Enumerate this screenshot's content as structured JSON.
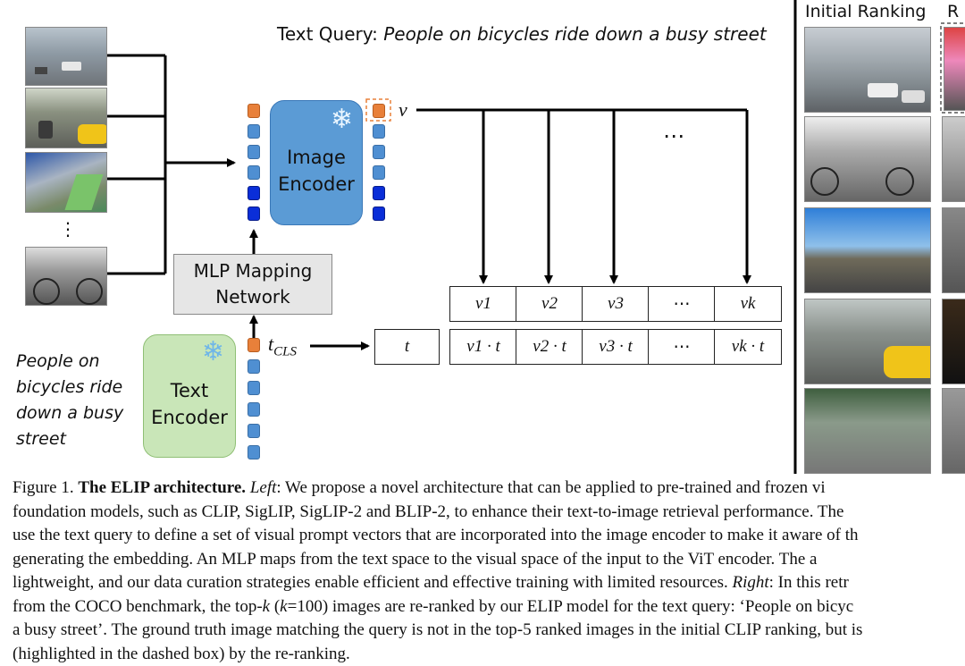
{
  "figure": {
    "text_query_label": "Text Query: ",
    "text_query_value": "People on bicycles ride down a busy street",
    "left_query_lines": [
      "People on",
      "bicycles ride",
      "down a busy",
      "street"
    ],
    "dots_vertical": "⋮",
    "dots_horizontal": "⋯",
    "image_encoder": {
      "line1": "Image",
      "line2": "Encoder"
    },
    "text_encoder": {
      "line1": "Text",
      "line2": "Encoder"
    },
    "mlp": {
      "line1": "MLP Mapping",
      "line2": "Network"
    },
    "v_label": "v",
    "tcls_label": "t",
    "tcls_sub": "CLS",
    "t_box": "t",
    "v_row": [
      "v1",
      "v2",
      "v3",
      "⋯",
      "vk"
    ],
    "vt_row": [
      "v1 · t",
      "v2 · t",
      "v3 · t",
      "⋯",
      "vk · t"
    ],
    "right_header_1": "Initial Ranking",
    "right_header_2": "R",
    "colors": {
      "image_encoder": "#5b9bd5",
      "text_encoder": "#c9e6b8",
      "mlp": "#e6e6e6",
      "orange_token": "#e8803a",
      "blue_token": "#4f8fd2",
      "dark_blue_token": "#0a2ed8"
    }
  },
  "caption": {
    "line1_prefix": "Figure 1.  ",
    "line1_bold": "The ELIP architecture.",
    "line1_italic": " Left",
    "line1_rest": ": We propose a novel architecture that can be applied to pre-trained and frozen vi",
    "line2": "foundation models, such as CLIP, SigLIP, SigLIP-2 and BLIP-2, to enhance their text-to-image retrieval performance. The",
    "line3": "use the text query to define a set of visual prompt vectors that are incorporated into the image encoder to make it aware of th",
    "line4": "generating the embedding.  An MLP maps from the text space to the visual space of the input to the ViT encoder.  The a",
    "line5_a": "lightweight, and our data curation strategies enable efficient and effective training with limited resources. ",
    "line5_italic": "Right",
    "line5_b": ": In this retr",
    "line6_a": "from the COCO benchmark, the top-",
    "line6_k1": "k",
    "line6_b": " (",
    "line6_k2": "k",
    "line6_c": "=100) images are re-ranked by our ELIP model for the text query: ‘People on bicyc",
    "line7": "a busy street’. The ground truth image matching the query is not in the top-5 ranked images in the initial CLIP ranking, but is",
    "line8": "(highlighted in the dashed box) by the re-ranking."
  }
}
